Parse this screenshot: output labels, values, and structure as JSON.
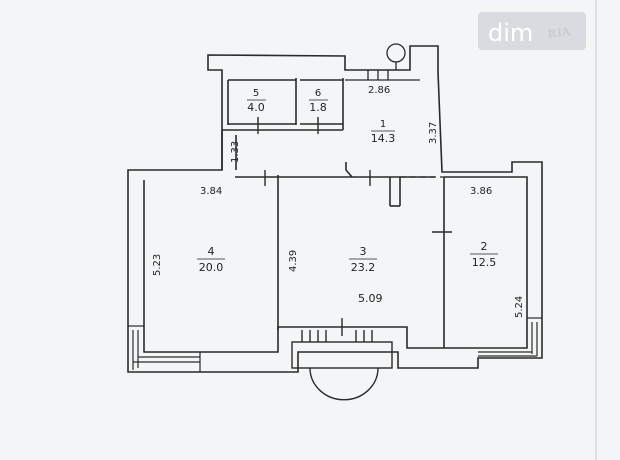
{
  "watermark": {
    "brand": "dim",
    "badge": "RIA"
  },
  "rooms": [
    {
      "number": "1",
      "area": "14.3"
    },
    {
      "number": "2",
      "area": "12.5"
    },
    {
      "number": "3",
      "area": "23.2"
    },
    {
      "number": "4",
      "area": "20.0"
    },
    {
      "number": "5",
      "area": "4.0"
    },
    {
      "number": "6",
      "area": "1.8"
    }
  ],
  "dimensions": {
    "d_2_86": "2.86",
    "d_3_37": "3.37",
    "d_1_33": "1.33",
    "d_3_84": "3.84",
    "d_3_86": "3.86",
    "d_5_23": "5.23",
    "d_4_39": "4.39",
    "d_5_09": "5.09",
    "d_5_24": "5.24"
  },
  "colors": {
    "background": "#f4f5f7",
    "line": "#2a2a2a",
    "watermark_box": "#d9dbe0"
  }
}
